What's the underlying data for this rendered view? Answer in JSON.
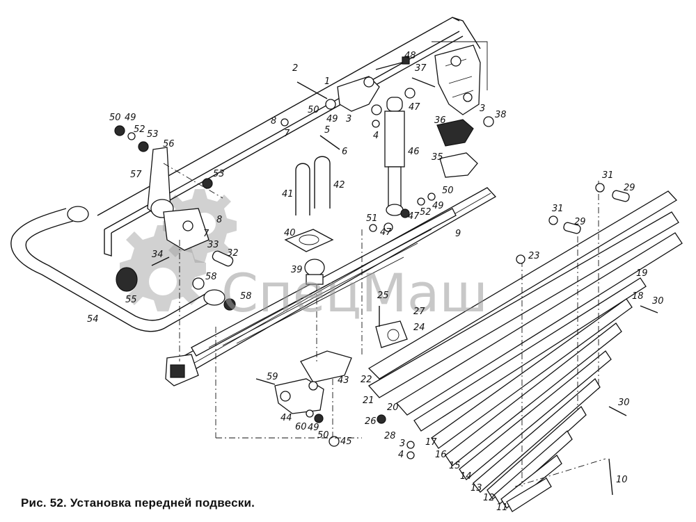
{
  "caption": "Рис. 52. Установка передней подвески.",
  "watermark": "СпецМаш",
  "watermark_color": "#9a9a9a",
  "callouts": {
    "c1": "1",
    "c2": "2",
    "c3a": "3",
    "c3b": "3",
    "c3c": "3",
    "c4a": "4",
    "c4b": "4",
    "c5": "5",
    "c6": "6",
    "c7a": "7",
    "c7b": "7",
    "c8a": "8",
    "c8b": "8",
    "c9": "9",
    "c10": "10",
    "c11": "11",
    "c12": "12",
    "c13": "13",
    "c14": "14",
    "c15": "15",
    "c16": "16",
    "c17": "17",
    "c18": "18",
    "c19": "19",
    "c20": "20",
    "c21": "21",
    "c22": "22",
    "c23": "23",
    "c24": "24",
    "c25": "25",
    "c26": "26",
    "c27": "27",
    "c28": "28",
    "c29a": "29",
    "c29b": "29",
    "c30a": "30",
    "c30b": "30",
    "c31a": "31",
    "c31b": "31",
    "c32": "32",
    "c33": "33",
    "c34": "34",
    "c35": "35",
    "c36": "36",
    "c37": "37",
    "c38": "38",
    "c39": "39",
    "c40": "40",
    "c41": "41",
    "c42": "42",
    "c43": "43",
    "c44": "44",
    "c45": "45",
    "c46": "46",
    "c47a": "47",
    "c47b": "47",
    "c47c": "47",
    "c48": "48",
    "c49a": "49",
    "c49b": "49",
    "c49c": "49",
    "c49d": "49",
    "c50a": "50",
    "c50b": "50",
    "c50c": "50",
    "c50d": "50",
    "c51": "51",
    "c52a": "52",
    "c52b": "52",
    "c53a": "53",
    "c53b": "53",
    "c54": "54",
    "c55": "55",
    "c56": "56",
    "c57": "57",
    "c58a": "58",
    "c58b": "58",
    "c59": "59",
    "c60": "60"
  }
}
